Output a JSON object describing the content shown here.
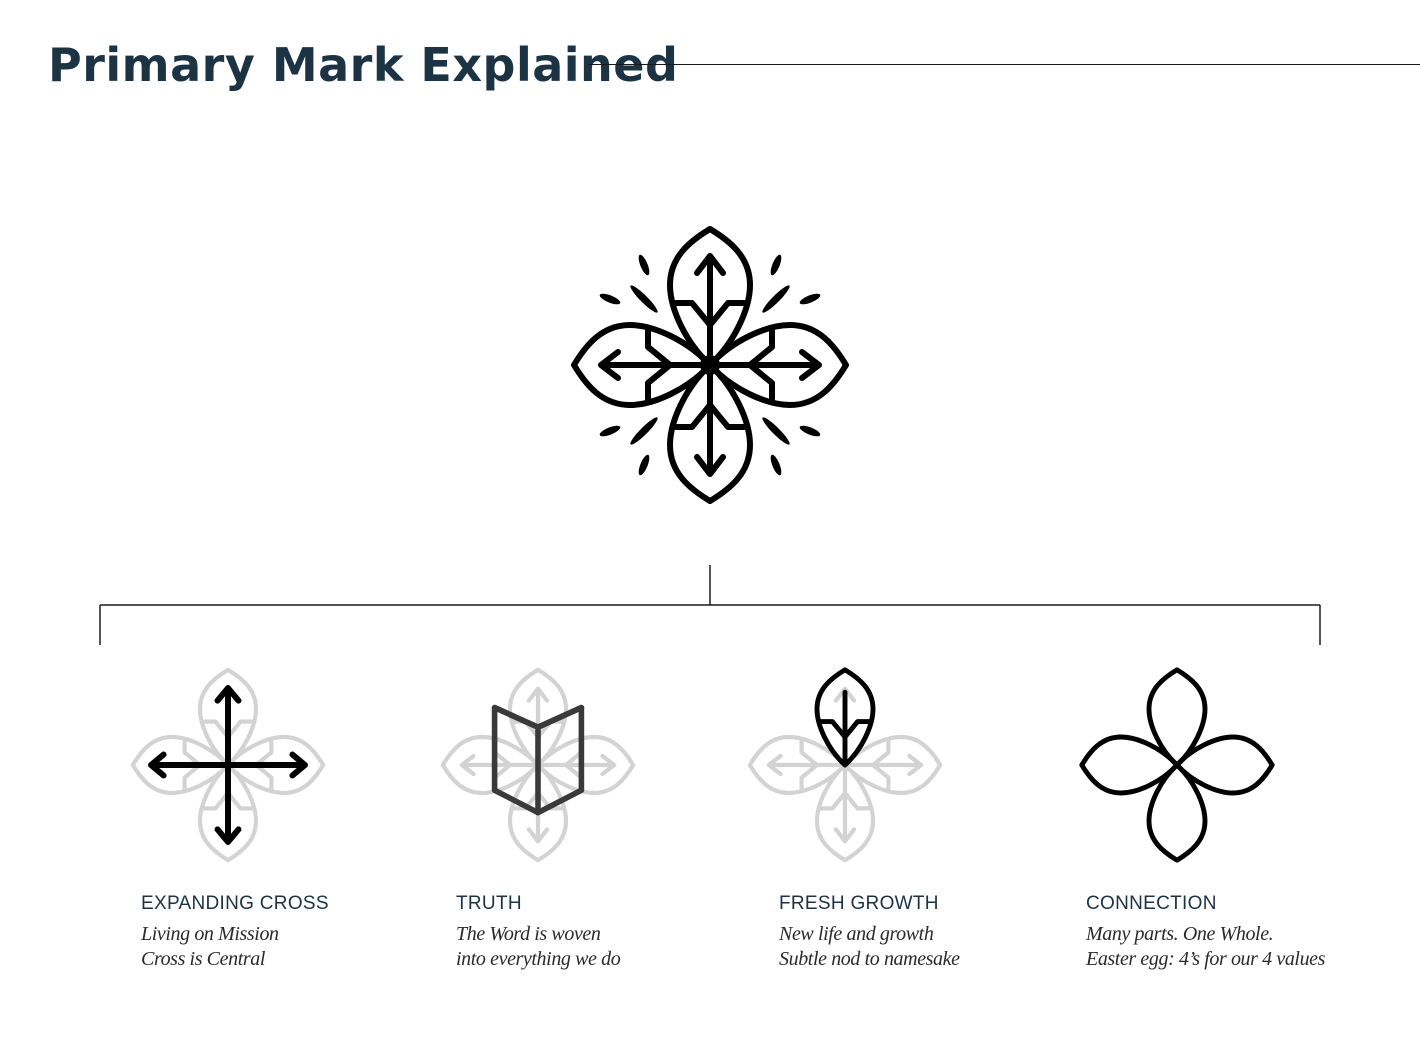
{
  "page": {
    "title": "Primary Mark Explained"
  },
  "colors": {
    "title": "#1c3344",
    "mark": "#000000",
    "ghost": "#d3d3d3",
    "connector": "#1a1a1a"
  },
  "primary_mark": {
    "icon": "primary-mark-icon"
  },
  "components": [
    {
      "icon": "expanding-cross-icon",
      "title": "EXPANDING CROSS",
      "line1": "Living on Mission",
      "line2": "Cross is Central"
    },
    {
      "icon": "book-icon",
      "title": "TRUTH",
      "line1": "The Word is woven",
      "line2": "into everything we do"
    },
    {
      "icon": "leaf-icon",
      "title": "FRESH GROWTH",
      "line1": "New life and growth",
      "line2": "Subtle nod to namesake"
    },
    {
      "icon": "four-petal-flower-icon",
      "title": "CONNECTION",
      "line1": "Many parts. One Whole.",
      "line2": "Easter egg: 4’s for our 4 values"
    }
  ]
}
